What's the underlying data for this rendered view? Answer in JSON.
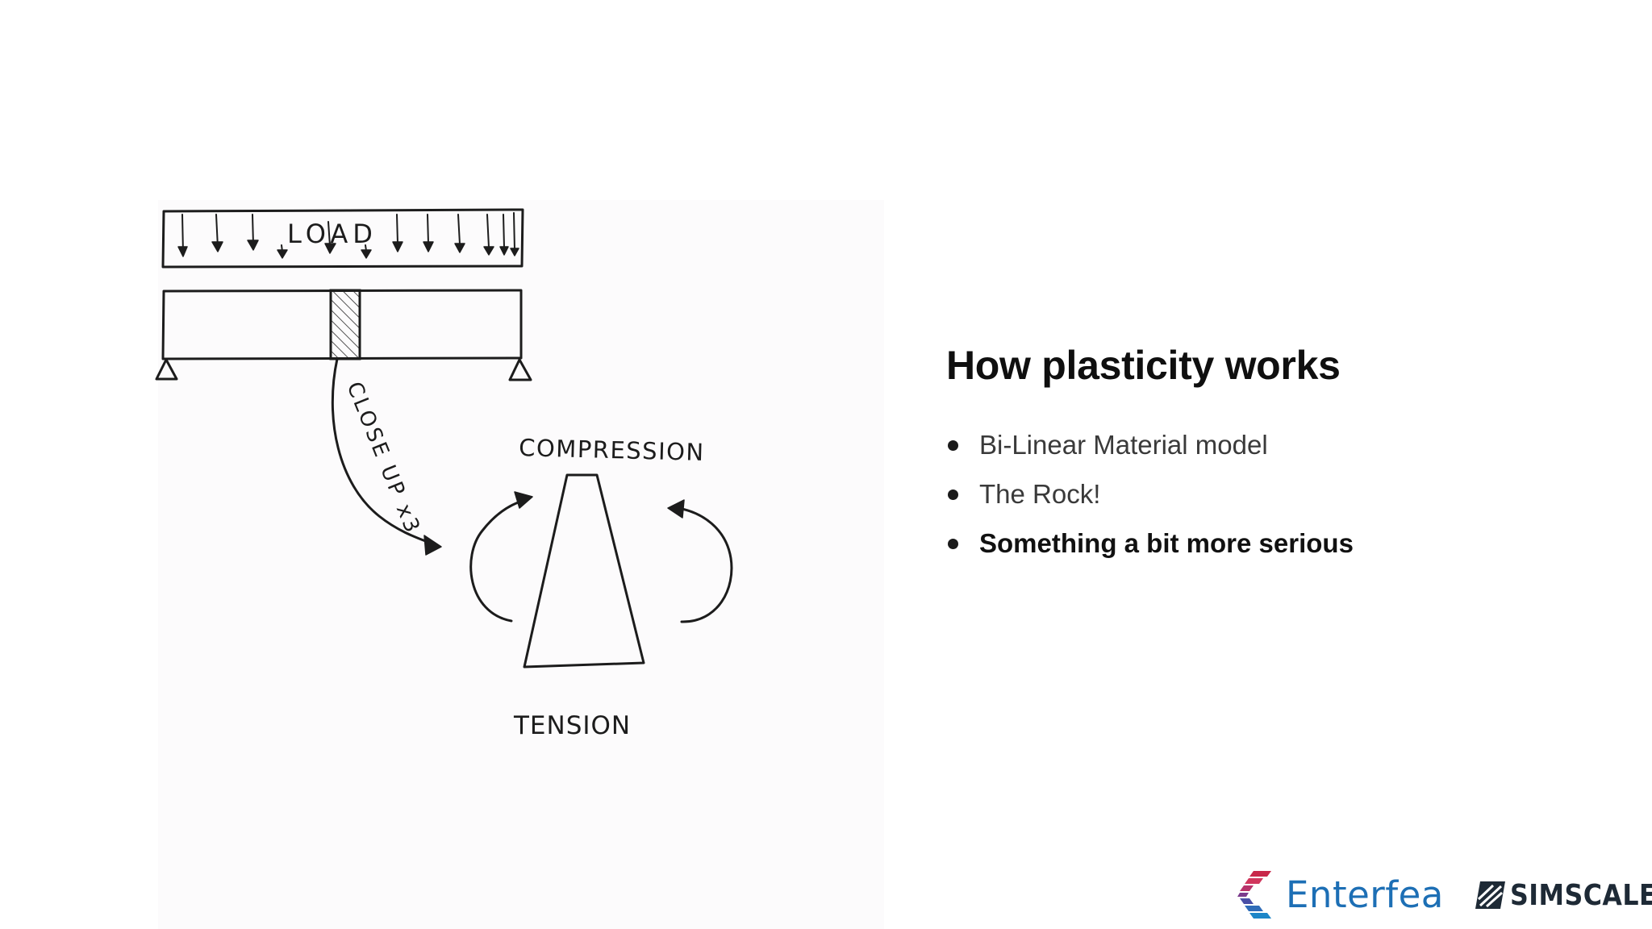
{
  "slide": {
    "title": "How plasticity works",
    "bullets": [
      {
        "text": "Bi-Linear Material model",
        "emphasis": "light"
      },
      {
        "text": "The Rock!",
        "emphasis": "light"
      },
      {
        "text": "Something a bit more serious",
        "emphasis": "bold"
      }
    ]
  },
  "sketch": {
    "load_label": "LOAD",
    "closeup_label": "CLOSE UP x3",
    "compression_label": "COMPRESSION",
    "tension_label": "TENSION"
  },
  "logos": {
    "enterfea": {
      "text": "Enterfea",
      "icon": "enterfea-logo-icon",
      "color": "#1d6fb5"
    },
    "simscale": {
      "text": "SIMSCALE",
      "icon": "simscale-logo-icon",
      "color": "#1e2a36"
    }
  }
}
